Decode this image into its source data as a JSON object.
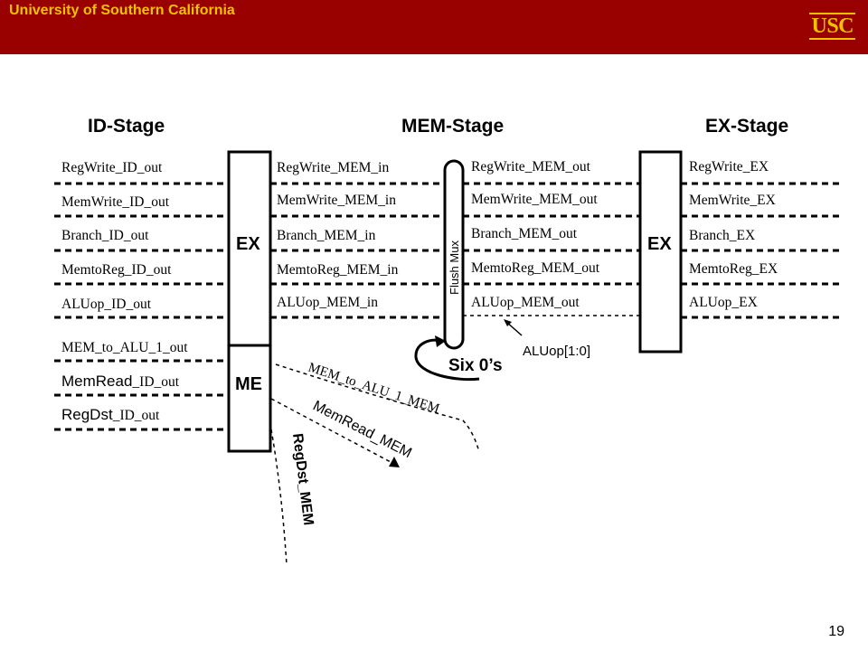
{
  "banner": {
    "title": "University of Southern California",
    "logo": "USC",
    "background": "#990000",
    "text_color": "#f2c200"
  },
  "headers": {
    "id": "ID-Stage",
    "mem": "MEM-Stage",
    "ex": "EX-Stage"
  },
  "left_labels": [
    "RegWrite_ID_out",
    "MemWrite_ID_out",
    "Branch_ID_out",
    "MemtoReg_ID_out",
    "ALUop_ID_out",
    "MEM_to_ALU_1_out"
  ],
  "left_labels_large": [
    {
      "main": "MemRead",
      "suffix": "_ID_out"
    },
    {
      "main": "RegDst",
      "suffix": "_ID_out"
    }
  ],
  "mid_labels": [
    "RegWrite_MEM_in",
    "MemWrite_MEM_in",
    "Branch_MEM_in",
    "MemtoReg_MEM_in",
    "ALUop_MEM_in"
  ],
  "mid2_labels": [
    "RegWrite_MEM_out",
    "MemWrite_MEM_out",
    "Branch_MEM_out",
    "MemtoReg_MEM_out",
    "ALUop_MEM_out"
  ],
  "right_labels": [
    "RegWrite_EX",
    "MemWrite_EX",
    "Branch_EX",
    "MemtoReg_EX",
    "ALUop_EX"
  ],
  "boxes": {
    "ex_left": "EX",
    "me": "ME",
    "ex_right": "EX"
  },
  "mux": {
    "label": "Flush Mux",
    "six_zeros": "Six 0’s",
    "aluop": "ALUop[1:0]"
  },
  "diagonal": {
    "mem_to_alu": "MEM_to_ALU_1_MEM",
    "memread": "MemRead_MEM",
    "regdst": "RegDst_MEM"
  },
  "page_number": "19"
}
